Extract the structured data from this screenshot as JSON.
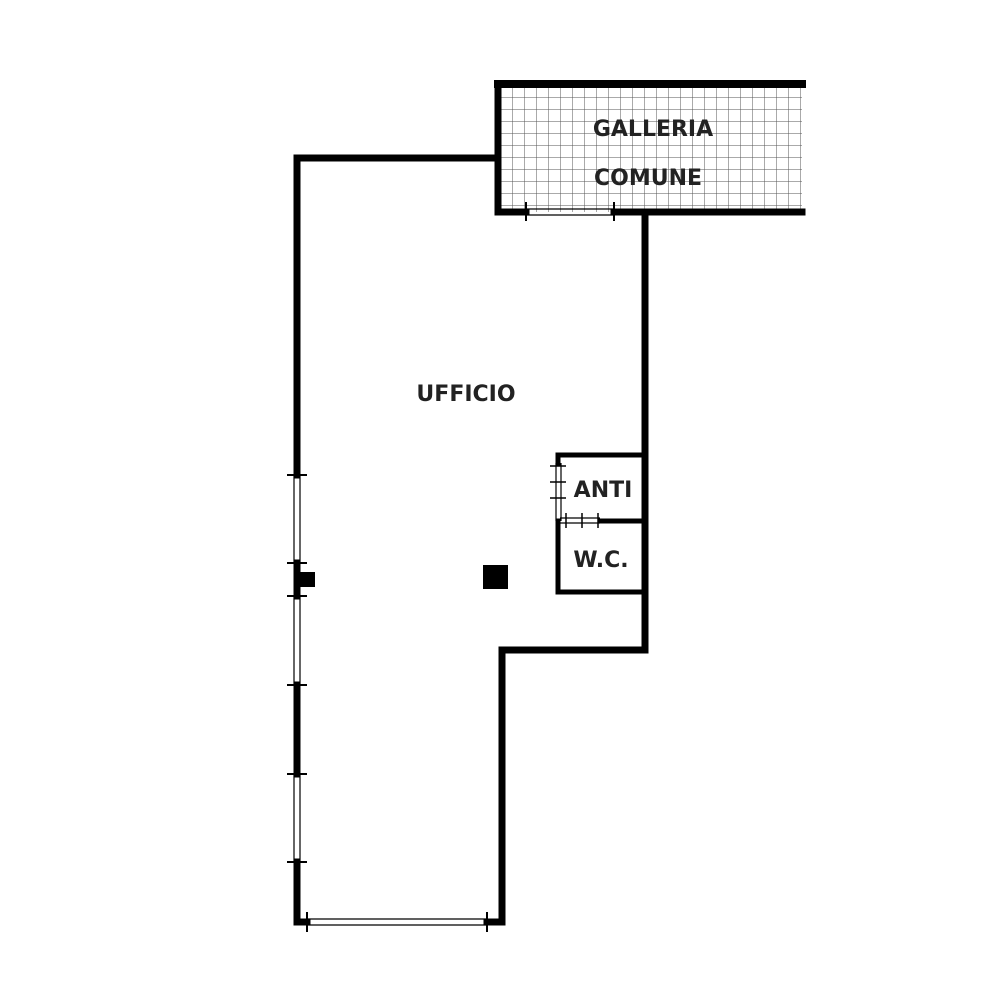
{
  "floorplan": {
    "rooms": {
      "galleria_line1": "GALLERIA",
      "galleria_line2": "COMUNE",
      "ufficio": "UFFICIO",
      "anti": "ANTI",
      "wc": "W.C."
    },
    "colors": {
      "wall": "#000000",
      "grid": "#555555",
      "label": "#222222",
      "background": "#ffffff"
    }
  }
}
